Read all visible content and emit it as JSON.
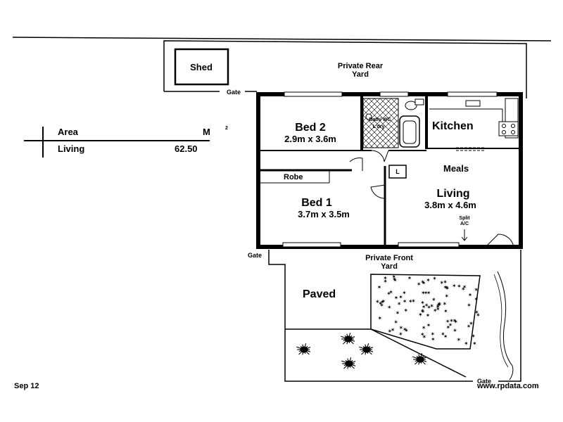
{
  "area_table": {
    "area_label": "Area",
    "unit_label": "M",
    "unit_power": "2",
    "living_label": "Living",
    "living_value": "62.50"
  },
  "outside": {
    "shed": "Shed",
    "rear_yard_line1": "Private Rear",
    "rear_yard_line2": "Yard",
    "gate_rear": "Gate",
    "gate_left": "Gate",
    "gate_front": "Gate",
    "front_yard_line1": "Private Front",
    "front_yard_line2": "Yard",
    "paved": "Paved"
  },
  "rooms": {
    "bed2_name": "Bed 2",
    "bed2_size": "2.9m x 3.6m",
    "bath_line1": "Bath/ WC",
    "bath_line2": "L'dry",
    "kitchen": "Kitchen",
    "robe": "Robe",
    "bed1_name": "Bed 1",
    "bed1_size": "3.7m x 3.5m",
    "meals": "Meals",
    "living_name": "Living",
    "living_size": "3.8m x 4.6m",
    "linen": "L",
    "split_ac_line1": "Split",
    "split_ac_line2": "A/C"
  },
  "footer": {
    "date": "Sep 12",
    "website": "www.rpdata.com"
  }
}
